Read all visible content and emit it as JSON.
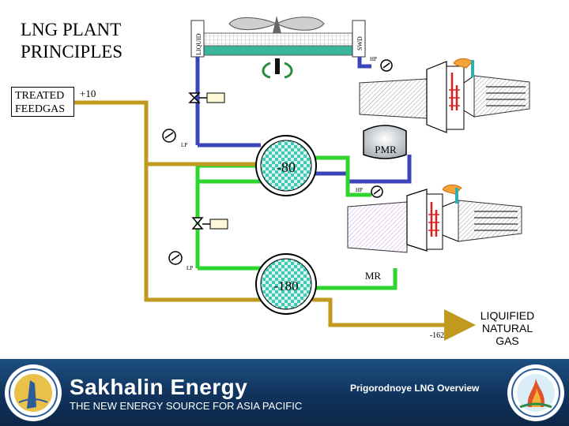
{
  "title_line1": "LNG PLANT",
  "title_line2": "PRINCIPLES",
  "feed_line1": "TREATED",
  "feed_line2": "FEEDGAS",
  "feed_temp": "+10",
  "cooler_left_label": "LIQUID",
  "cooler_right_label": "SWD",
  "hp_label": "HP",
  "lp_label": "LP",
  "temp_pre": "-80",
  "temp_main": "-180",
  "pmr_label": "PMR",
  "mr_label": "MR",
  "product_temp": "-162",
  "product_line1": "LIQUIFIED",
  "product_line2": "NATURAL",
  "product_line3": "GAS",
  "brand": "Sakhalin Energy",
  "tagline": "THE NEW ENERGY SOURCE FOR ASIA PACIFIC",
  "overview": "Prigorodnoye LNG Overview",
  "colors": {
    "feed_line": "#bf9a1e",
    "precool_loop": "#3b44b8",
    "main_loop": "#2ed52e",
    "compressor_out": "#dd1f1f",
    "exchanger_fill": "#41c9b4",
    "cooler_fill": "#39b69a",
    "footer": "#16416e"
  }
}
